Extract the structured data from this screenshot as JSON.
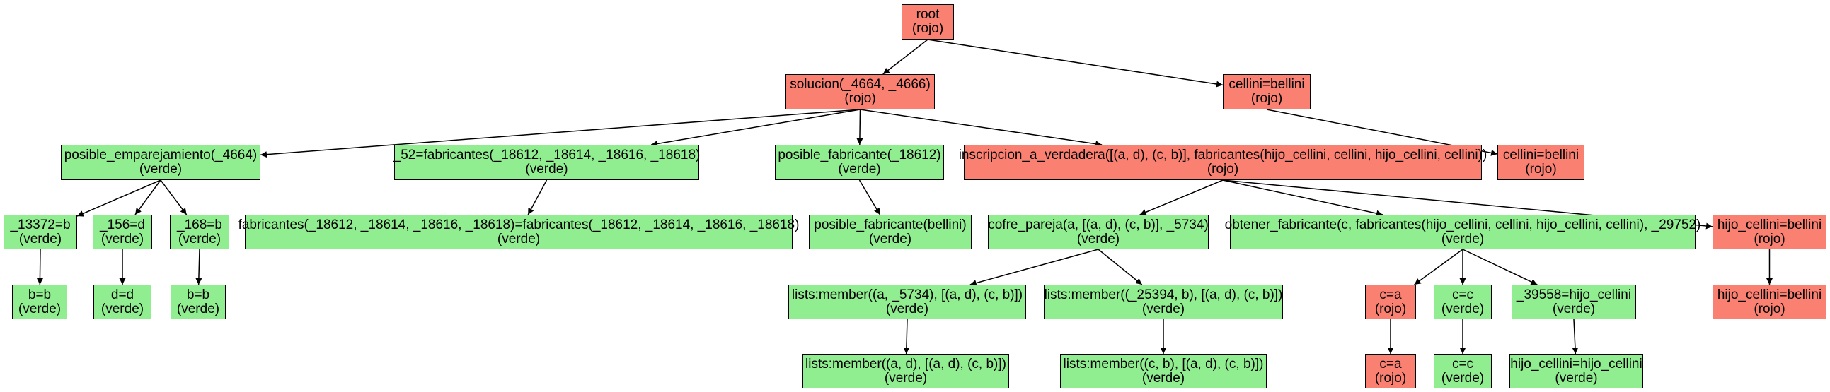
{
  "colors": {
    "rojo": "#fa8072",
    "verde": "#90ee90"
  },
  "nodes": [
    {
      "id": "root",
      "label": "root",
      "status": "(rojo)",
      "color": "rojo"
    },
    {
      "id": "solucion",
      "label": "solucion(_4664, _4666)",
      "status": "(rojo)",
      "color": "rojo"
    },
    {
      "id": "cellini1",
      "label": "cellini=bellini",
      "status": "(rojo)",
      "color": "rojo"
    },
    {
      "id": "posemp",
      "label": "posible_emparejamiento(_4664)",
      "status": "(verde)",
      "color": "verde"
    },
    {
      "id": "fab52",
      "label": "_52=fabricantes(_18612, _18614, _18616, _18618)",
      "status": "(verde)",
      "color": "verde"
    },
    {
      "id": "posfab",
      "label": "posible_fabricante(_18612)",
      "status": "(verde)",
      "color": "verde"
    },
    {
      "id": "inscr",
      "label": "inscripcion_a_verdadera([(a, d), (c, b)], fabricantes(hijo_cellini, cellini, hijo_cellini, cellini))",
      "status": "(rojo)",
      "color": "rojo"
    },
    {
      "id": "cellini2",
      "label": "cellini=bellini",
      "status": "(rojo)",
      "color": "rojo"
    },
    {
      "id": "n13372",
      "label": "_13372=b",
      "status": "(verde)",
      "color": "verde"
    },
    {
      "id": "n156",
      "label": "_156=d",
      "status": "(verde)",
      "color": "verde"
    },
    {
      "id": "n168",
      "label": "_168=b",
      "status": "(verde)",
      "color": "verde"
    },
    {
      "id": "fabeq",
      "label": "fabricantes(_18612, _18614, _18616, _18618)=fabricantes(_18612, _18614, _18616, _18618)",
      "status": "(verde)",
      "color": "verde"
    },
    {
      "id": "posfabb",
      "label": "posible_fabricante(bellini)",
      "status": "(verde)",
      "color": "verde"
    },
    {
      "id": "cofre",
      "label": "cofre_pareja(a, [(a, d), (c, b)], _5734)",
      "status": "(verde)",
      "color": "verde"
    },
    {
      "id": "obtener",
      "label": "obtener_fabricante(c, fabricantes(hijo_cellini, cellini, hijo_cellini, cellini), _29752)",
      "status": "(verde)",
      "color": "verde"
    },
    {
      "id": "hijo1",
      "label": "hijo_cellini=bellini",
      "status": "(rojo)",
      "color": "rojo"
    },
    {
      "id": "bb1",
      "label": "b=b",
      "status": "(verde)",
      "color": "verde"
    },
    {
      "id": "dd",
      "label": "d=d",
      "status": "(verde)",
      "color": "verde"
    },
    {
      "id": "bb2",
      "label": "b=b",
      "status": "(verde)",
      "color": "verde"
    },
    {
      "id": "mem1",
      "label": "lists:member((a, _5734), [(a, d), (c, b)])",
      "status": "(verde)",
      "color": "verde"
    },
    {
      "id": "mem2",
      "label": "lists:member((_25394, b), [(a, d), (c, b)])",
      "status": "(verde)",
      "color": "verde"
    },
    {
      "id": "ca1",
      "label": "c=a",
      "status": "(rojo)",
      "color": "rojo"
    },
    {
      "id": "cc1",
      "label": "c=c",
      "status": "(verde)",
      "color": "verde"
    },
    {
      "id": "n39558",
      "label": "_39558=hijo_cellini",
      "status": "(verde)",
      "color": "verde"
    },
    {
      "id": "hijo2",
      "label": "hijo_cellini=bellini",
      "status": "(rojo)",
      "color": "rojo"
    },
    {
      "id": "mem3",
      "label": "lists:member((a, d), [(a, d), (c, b)])",
      "status": "(verde)",
      "color": "verde"
    },
    {
      "id": "mem4",
      "label": "lists:member((c, b), [(a, d), (c, b)])",
      "status": "(verde)",
      "color": "verde"
    },
    {
      "id": "ca2",
      "label": "c=a",
      "status": "(rojo)",
      "color": "rojo"
    },
    {
      "id": "cc2",
      "label": "c=c",
      "status": "(verde)",
      "color": "verde"
    },
    {
      "id": "hijoeq",
      "label": "hijo_cellini=hijo_cellini",
      "status": "(verde)",
      "color": "verde"
    }
  ],
  "edges": [
    [
      "root",
      "solucion"
    ],
    [
      "root",
      "cellini1"
    ],
    [
      "solucion",
      "posemp"
    ],
    [
      "solucion",
      "fab52"
    ],
    [
      "solucion",
      "posfab"
    ],
    [
      "solucion",
      "inscr"
    ],
    [
      "cellini1",
      "cellini2"
    ],
    [
      "posemp",
      "n13372"
    ],
    [
      "posemp",
      "n156"
    ],
    [
      "posemp",
      "n168"
    ],
    [
      "fab52",
      "fabeq"
    ],
    [
      "posfab",
      "posfabb"
    ],
    [
      "inscr",
      "cofre"
    ],
    [
      "inscr",
      "obtener"
    ],
    [
      "inscr",
      "hijo1"
    ],
    [
      "n13372",
      "bb1"
    ],
    [
      "n156",
      "dd"
    ],
    [
      "n168",
      "bb2"
    ],
    [
      "cofre",
      "mem1"
    ],
    [
      "cofre",
      "mem2"
    ],
    [
      "obtener",
      "ca1"
    ],
    [
      "obtener",
      "cc1"
    ],
    [
      "obtener",
      "n39558"
    ],
    [
      "hijo1",
      "hijo2"
    ],
    [
      "mem1",
      "mem3"
    ],
    [
      "mem2",
      "mem4"
    ],
    [
      "ca1",
      "ca2"
    ],
    [
      "cc1",
      "cc2"
    ],
    [
      "n39558",
      "hijoeq"
    ]
  ]
}
